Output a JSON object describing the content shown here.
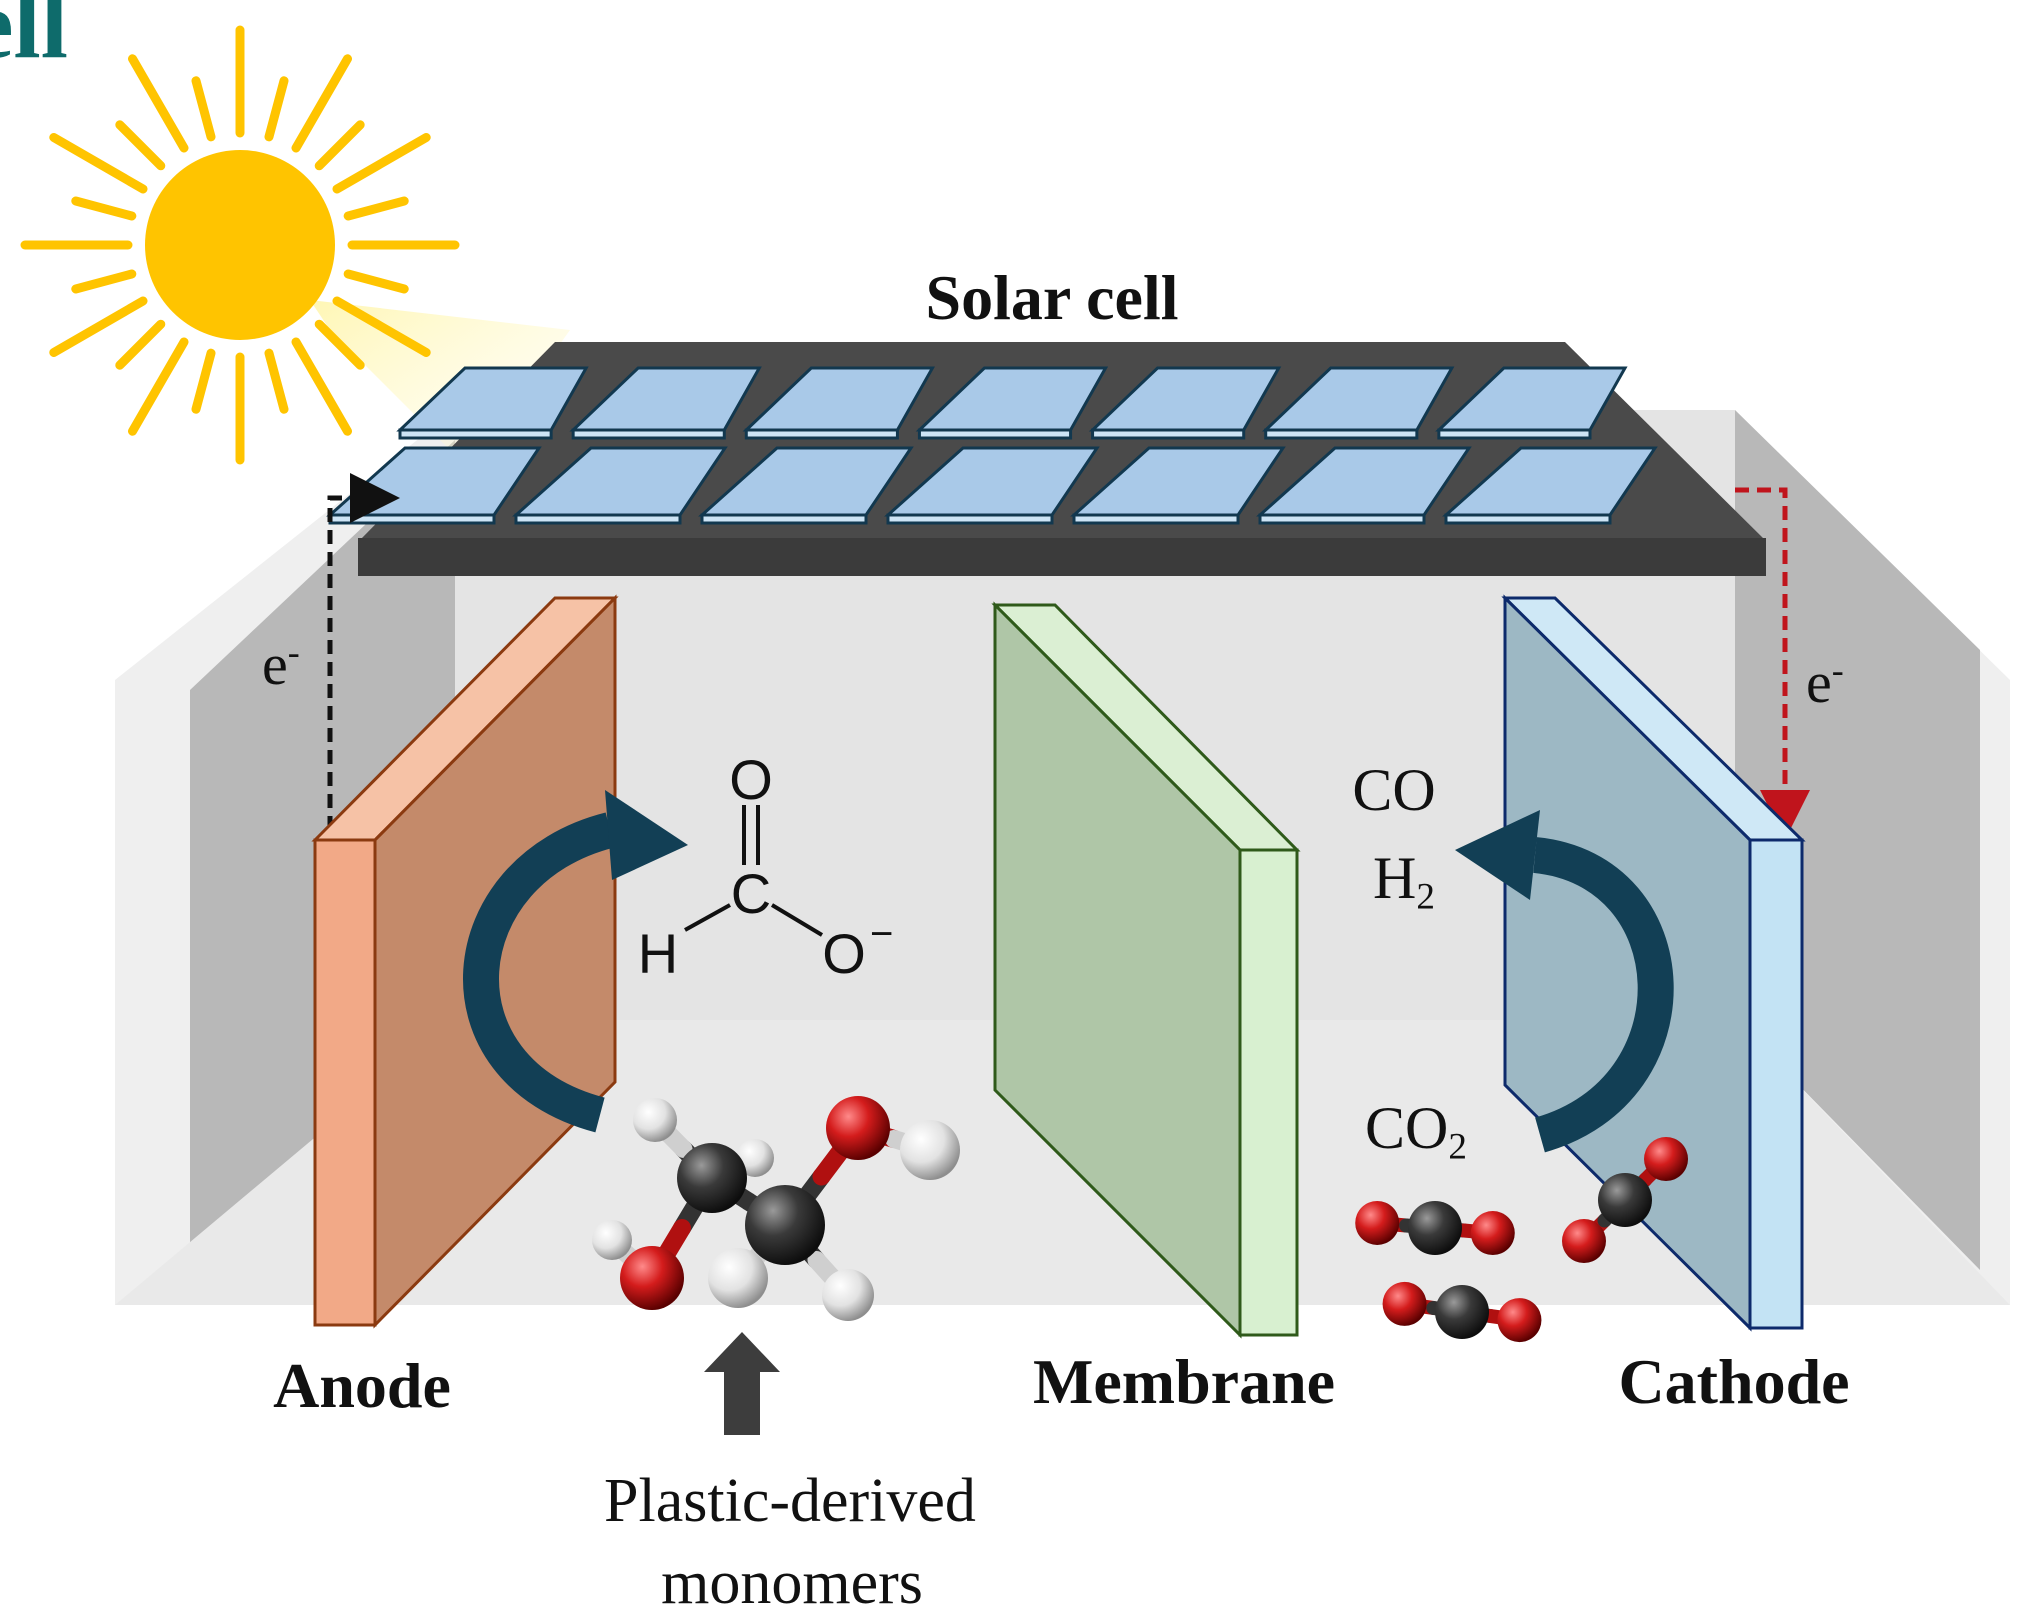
{
  "header_fragment": "ell",
  "labels": {
    "solar_cell": "Solar cell",
    "anode": "Anode",
    "membrane": "Membrane",
    "cathode": "Cathode",
    "feed_line1": "Plastic-derived",
    "feed_line2": "monomers",
    "electron_left_base": "e",
    "electron_left_sup": "-",
    "electron_right_base": "e",
    "electron_right_sup": "-",
    "product_co": "CO",
    "product_h2_base": "H",
    "product_h2_sub": "2",
    "reactant_co2_base": "CO",
    "reactant_co2_sub": "2"
  },
  "formate": {
    "atom_o_top": "O",
    "atom_c": "C",
    "atom_h": "H",
    "atom_o_minus": "O",
    "charge": "−"
  },
  "colors": {
    "header": "#0e6b6b",
    "sun": "#ffc400",
    "anode": "#f2a987",
    "anode_border": "#8b3a10",
    "membrane": "#b0c8a8",
    "membrane_border": "#2f5a1a",
    "cathode": "#9db8c4",
    "cathode_border": "#0d2a6b",
    "arrow": "#123f55",
    "electron_path_left": "#111111",
    "electron_path_right": "#c0141c",
    "oxygen": "#c81818",
    "carbon": "#303030",
    "hydrogen": "#e8e8e8"
  }
}
